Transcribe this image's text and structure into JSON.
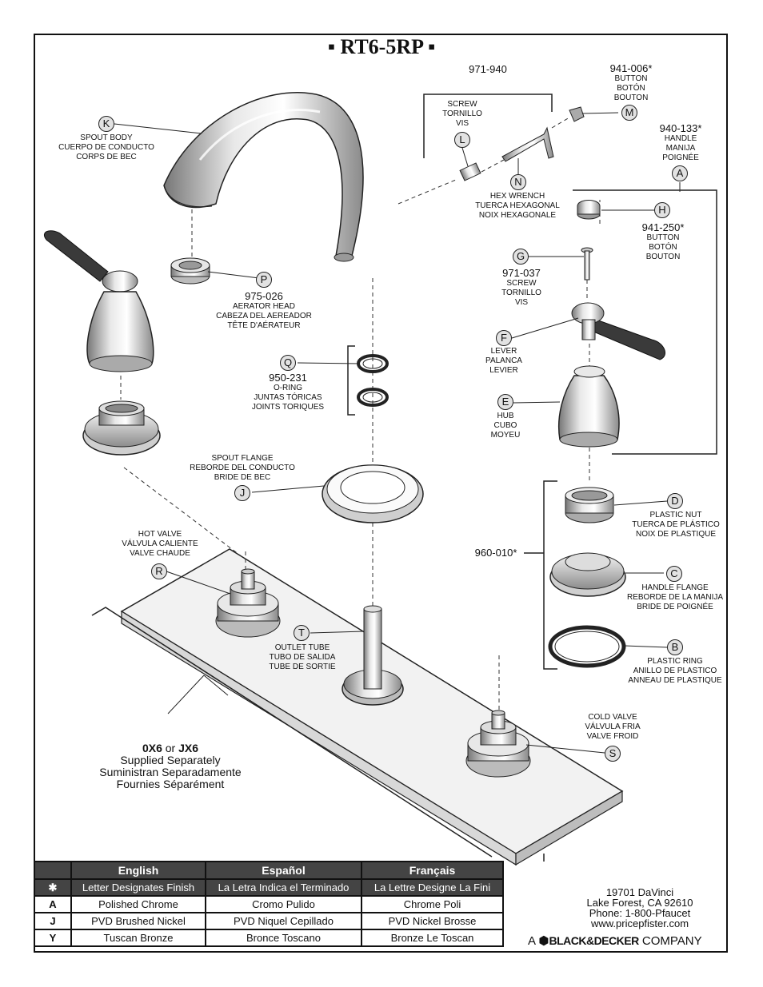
{
  "title": "▪ RT6-5RP ▪",
  "parts": {
    "K": {
      "letter": "K",
      "lines": [
        "SPOUT BODY",
        "CUERPO DE CONDUCTO",
        "CORPS DE BEC"
      ]
    },
    "L": {
      "letter": "L",
      "lines": [
        "SCREW",
        "TORNILLO",
        "VIS"
      ]
    },
    "N": {
      "letter": "N",
      "lines": [
        "HEX WRENCH",
        "TUERCA HEXAGONAL",
        "NOIX HEXAGONALE"
      ]
    },
    "wrench_group": {
      "part_no": "971-940"
    },
    "M": {
      "letter": "M",
      "part_no": "941-006*",
      "lines": [
        "BUTTON",
        "BOTÓN",
        "BOUTON"
      ]
    },
    "A": {
      "letter": "A",
      "part_no": "940-133*",
      "lines": [
        "HANDLE",
        "MANIJA",
        "POIGNÉE"
      ]
    },
    "H": {
      "letter": "H",
      "part_no": "941-250*",
      "lines": [
        "BUTTON",
        "BOTÓN",
        "BOUTON"
      ]
    },
    "G": {
      "letter": "G",
      "part_no": "971-037",
      "lines": [
        "SCREW",
        "TORNILLO",
        "VIS"
      ]
    },
    "P": {
      "letter": "P",
      "part_no": "975-026",
      "lines": [
        "AERATOR HEAD",
        "CABEZA DEL AEREADOR",
        "TÊTE D'AÉRATEUR"
      ]
    },
    "Q": {
      "letter": "Q",
      "part_no": "950-231",
      "lines": [
        "O-RING",
        "JUNTAS TÓRICAS",
        "JOINTS TORIQUES"
      ]
    },
    "F": {
      "letter": "F",
      "lines": [
        "LEVER",
        "PALANCA",
        "LEVIER"
      ]
    },
    "E": {
      "letter": "E",
      "lines": [
        "HUB",
        "CUBO",
        "MOYEU"
      ]
    },
    "J": {
      "letter": "J",
      "lines": [
        "SPOUT FLANGE",
        "REBORDE DEL CONDUCTO",
        "BRIDE DE BEC"
      ]
    },
    "D": {
      "letter": "D",
      "lines": [
        "PLASTIC NUT",
        "TUERCA DE PLÁSTICO",
        "NOIX DE PLASTIQUE"
      ]
    },
    "valve_group": {
      "part_no": "960-010*"
    },
    "C": {
      "letter": "C",
      "lines": [
        "HANDLE FLANGE",
        "REBORDE DE LA MANIJA",
        "BRIDE DE POIGNÉE"
      ]
    },
    "B": {
      "letter": "B",
      "lines": [
        "PLASTIC RING",
        "ANILLO DE PLASTICO",
        "ANNEAU DE PLASTIQUE"
      ]
    },
    "R": {
      "letter": "R",
      "lines": [
        "HOT VALVE",
        "VÁLVULA CALIENTE",
        "VALVE CHAUDE"
      ]
    },
    "T": {
      "letter": "T",
      "lines": [
        "OUTLET TUBE",
        "TUBO DE SALIDA",
        "TUBE DE SORTIE"
      ]
    },
    "S": {
      "letter": "S",
      "lines": [
        "COLD VALVE",
        "VÁLVULA FRIA",
        "VALVE FROID"
      ]
    }
  },
  "supplied": {
    "code1": "0X6",
    "or": " or ",
    "code2": "JX6",
    "lines": [
      "Supplied Separately",
      "Suministran Separadamente",
      "Fournies Séparément"
    ]
  },
  "finish_table": {
    "headers": [
      "",
      "English",
      "Español",
      "Français"
    ],
    "rows": [
      [
        "✱",
        "Letter Designates Finish",
        "La Letra Indica el Terminado",
        "La Lettre Designe La Fini"
      ],
      [
        "A",
        "Polished Chrome",
        "Cromo Pulido",
        "Chrome Poli"
      ],
      [
        "J",
        "PVD Brushed Nickel",
        "PVD Niquel Cepillado",
        "PVD Nickel Brosse"
      ],
      [
        "Y",
        "Tuscan Bronze",
        "Bronce Toscano",
        "Bronze Le Toscan"
      ]
    ]
  },
  "address": [
    "19701 DaVinci",
    "Lake Forest, CA 92610",
    "Phone: 1-800-Pfaucet",
    "www.pricepfister.com"
  ],
  "company": {
    "prefix": "A",
    "brand": "BLACK&DECKER",
    "suffix": "COMPANY"
  }
}
